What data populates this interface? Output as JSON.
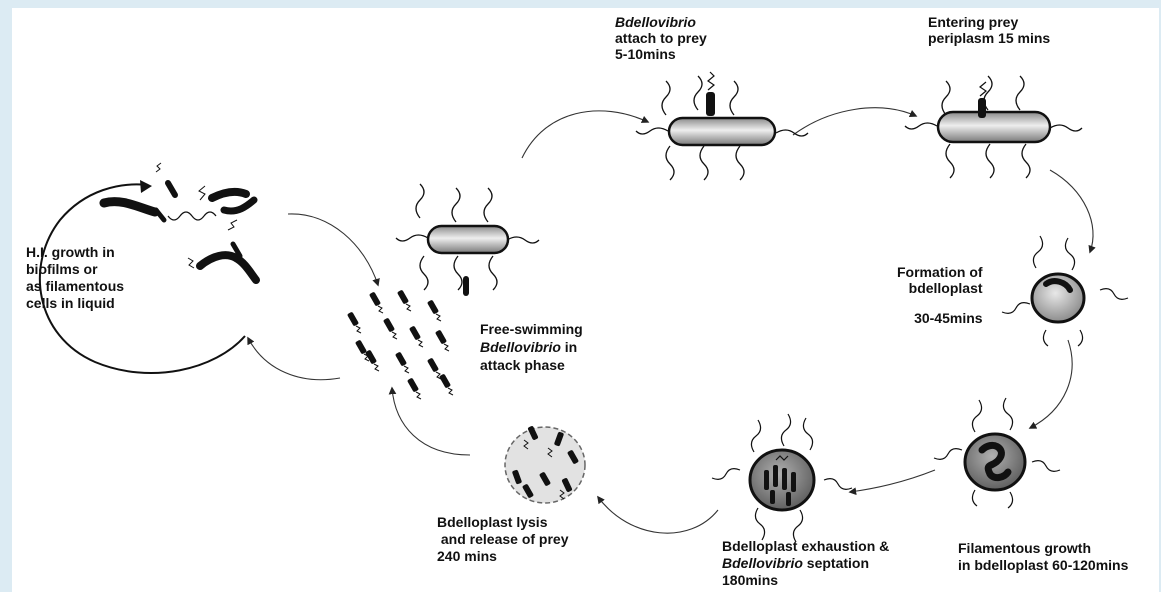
{
  "labels": {
    "hi_growth": [
      "H.I. growth in",
      "biofilms or",
      "as filamentous",
      "cells in liquid"
    ],
    "attach": {
      "line1": "Bdellovibrio",
      "line2": "attach  to prey",
      "line3": "5-10mins"
    },
    "entering": {
      "line1": "Entering prey",
      "line2": "periplasm 15 mins"
    },
    "formation": {
      "line1": "Formation of",
      "line2": "bdelloplast",
      "line3": "30-45mins"
    },
    "free_swimming": {
      "line1": "Free-swimming",
      "line2_italic": "Bdellovibrio",
      "line2_rest": " in",
      "line3": "attack phase"
    },
    "lysis": {
      "line1": "Bdelloplast lysis",
      "line2": " and release of prey",
      "line3": "240 mins"
    },
    "exhaustion": {
      "line1": "Bdelloplast exhaustion &",
      "line2_italic": "Bdellovibrio",
      "line2_rest": " septation",
      "line3": "180mins"
    },
    "filamentous": {
      "line1": "Filamentous growth",
      "line2": "in bdelloplast 60-120mins"
    }
  }
}
